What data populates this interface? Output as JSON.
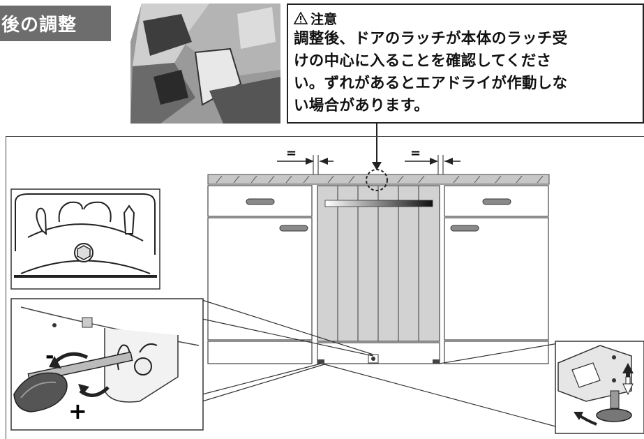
{
  "heading": {
    "text": "後の調整"
  },
  "caution": {
    "icon": "warning-triangle-icon",
    "title": "注意",
    "lines": [
      "調整後、ドアのラッチが本体のラッチ受",
      "けの中心に入ることを確認してくださ",
      "い。ずれがあるとエアドライが作動しな",
      "い場合があります。"
    ]
  },
  "diagram": {
    "equal_left": "=",
    "equal_right": "=",
    "minus_sign": "-",
    "plus_sign": "+"
  },
  "colors": {
    "heading_bg": "#6d6d6d",
    "panel_gray": "#d2d2d2",
    "counter": "#bfbfbf"
  }
}
